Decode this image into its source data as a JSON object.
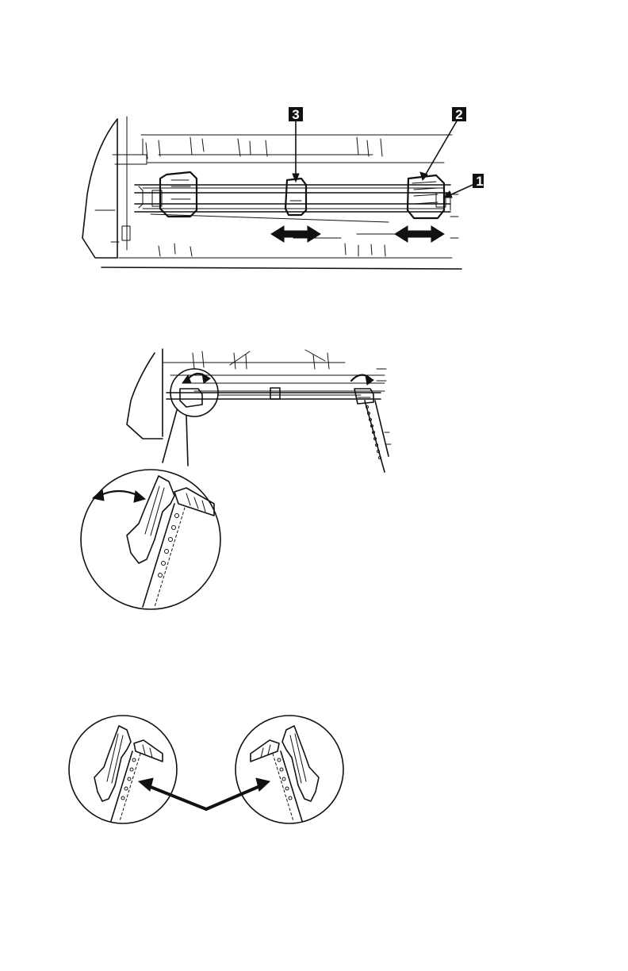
{
  "callouts": {
    "one": "1",
    "two": "2",
    "three": "3"
  },
  "colors": {
    "ink": "#111111",
    "paper": "#ffffff"
  },
  "icons": [
    "double-headed-arrow-icon",
    "curved-rotate-arrow-icon"
  ]
}
